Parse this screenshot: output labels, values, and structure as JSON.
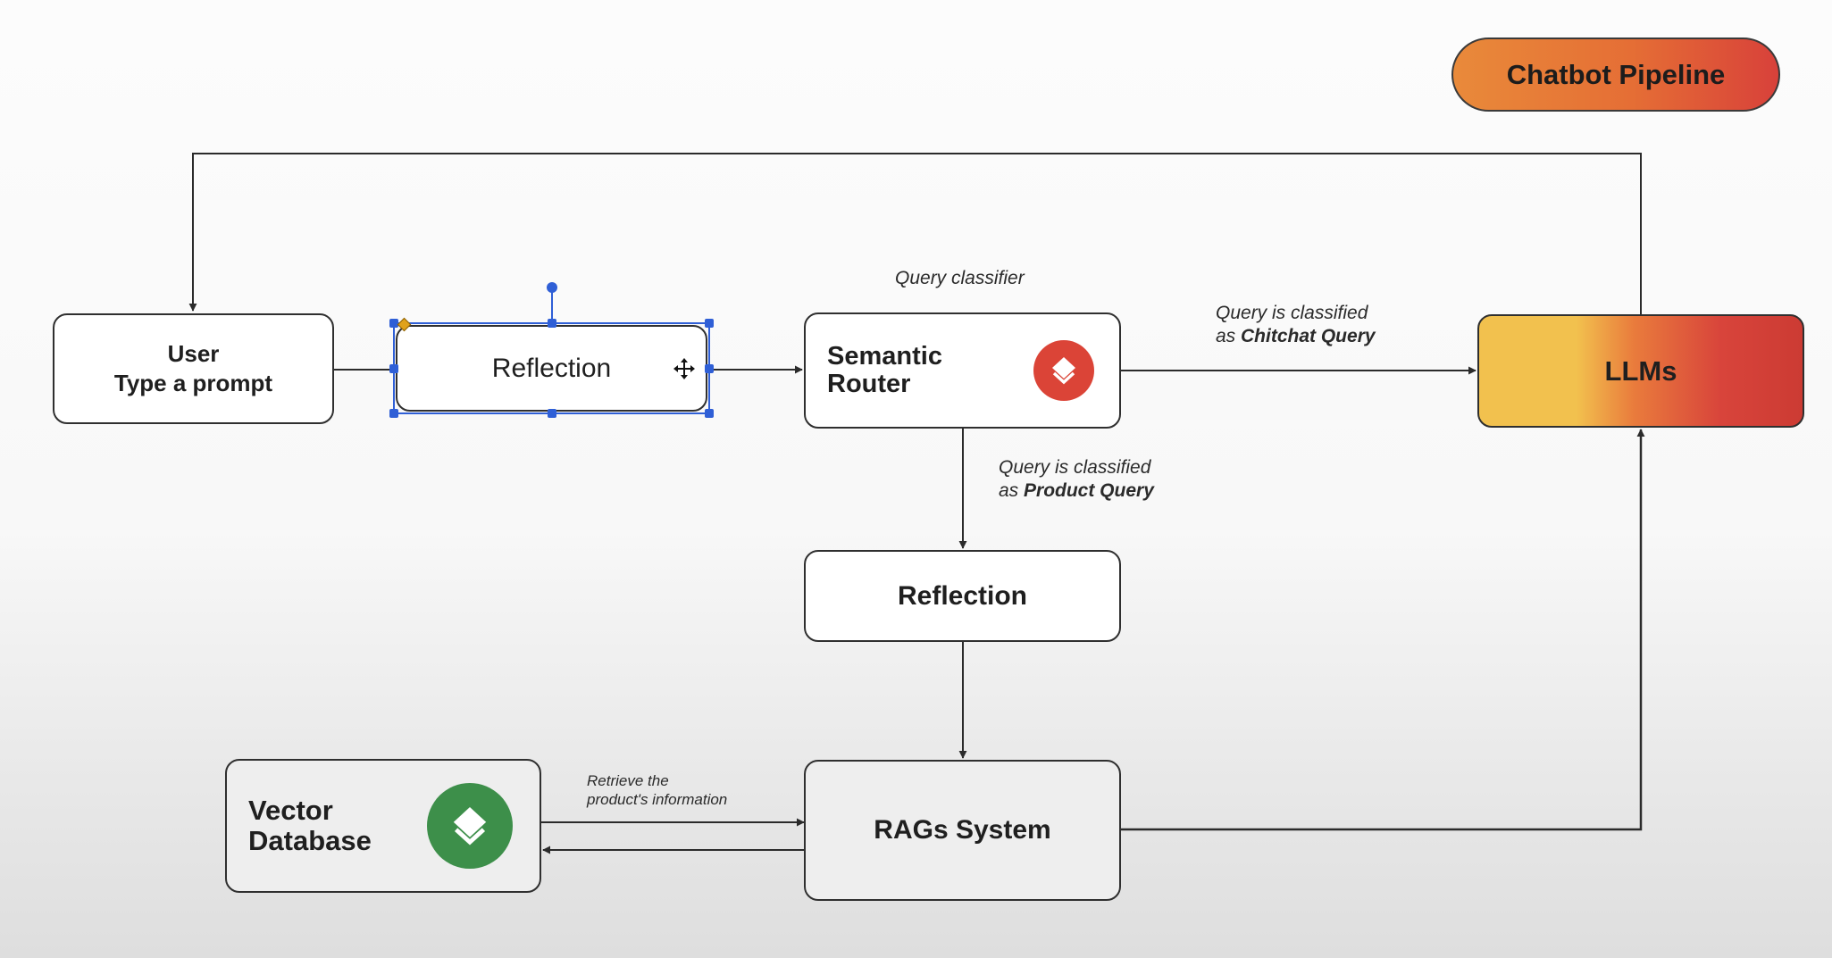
{
  "title_pill": "Chatbot Pipeline",
  "nodes": {
    "user": {
      "line1": "User",
      "line2": "Type a prompt"
    },
    "reflection_top": {
      "label": "Reflection"
    },
    "semantic_router": {
      "line1": "Semantic",
      "line2": "Router",
      "icon": "layers-icon",
      "icon_color": "#db4437"
    },
    "llms": {
      "label": "LLMs"
    },
    "reflection_mid": {
      "label": "Reflection"
    },
    "rags_system": {
      "label": "RAGs System"
    },
    "vector_database": {
      "line1": "Vector",
      "line2": "Database",
      "icon": "layers-icon",
      "icon_color": "#3d8f4a"
    }
  },
  "annotations": {
    "query_classifier": "Query classifier",
    "chitchat": {
      "line1": "Query is classified",
      "prefix": "as ",
      "bold": "Chitchat Query"
    },
    "product": {
      "line1": "Query is classified",
      "prefix": "as ",
      "bold": "Product Query"
    },
    "retrieve": {
      "line1": "Retrieve the",
      "line2": "product's information"
    }
  },
  "colors": {
    "pill_gradient": [
      "#e98a3a",
      "#d8413a"
    ],
    "llms_gradient": [
      "#f2c14e",
      "#cc3b33"
    ],
    "selection": "#2f5fd6",
    "selection_handle_accent": "#e0a21b"
  }
}
